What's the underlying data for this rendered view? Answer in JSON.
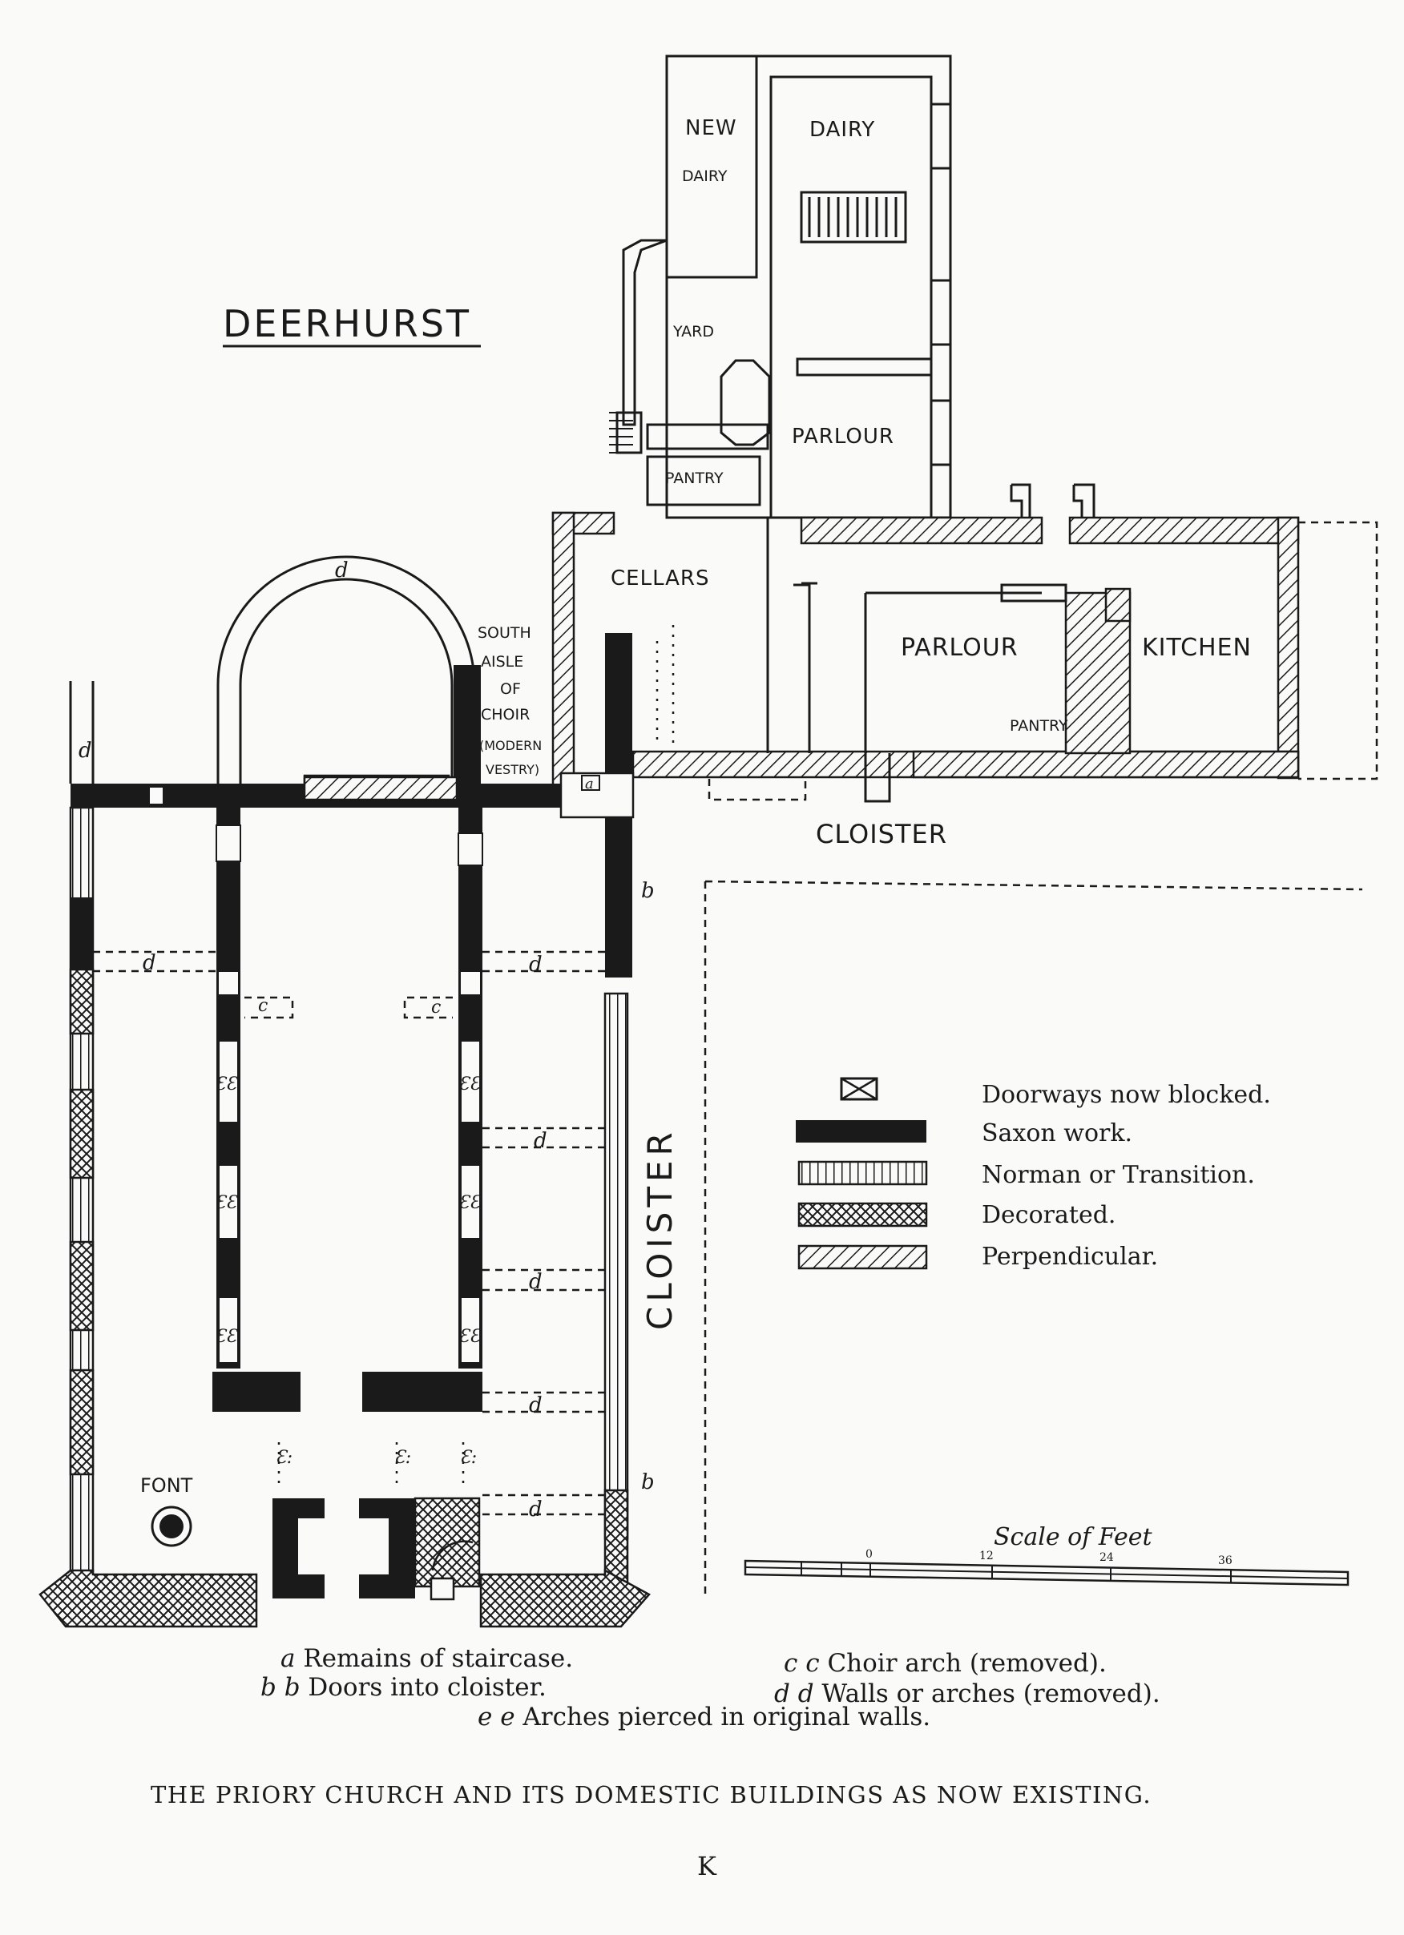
{
  "title": "DEERHURST",
  "rooms": {
    "new_dairy_line1": "NEW",
    "new_dairy_line2": "DAIRY",
    "dairy": "DAIRY",
    "yard": "YARD",
    "parlour_upper": "PARLOUR",
    "pantry_upper": "PANTRY",
    "cellars": "CELLARS",
    "south_aisle": [
      "SOUTH",
      "AISLE",
      "OF",
      "CHOIR",
      "(MODERN",
      "VESTRY)"
    ],
    "parlour_lower": "PARLOUR",
    "kitchen": "KITCHEN",
    "pantry_lower": "PANTRY",
    "cloister_horizontal": "CLOISTER",
    "cloister_vertical": "CLOISTER",
    "font": "FONT"
  },
  "letters": {
    "a": "a",
    "b": "b",
    "c": "c",
    "d": "d",
    "e": "ƐƐ",
    "e_single": "Ɛ:"
  },
  "legend": [
    {
      "pattern": "blocked",
      "label": "Doorways now blocked."
    },
    {
      "pattern": "saxon",
      "label": "Saxon work."
    },
    {
      "pattern": "norman",
      "label": "Norman or Transition."
    },
    {
      "pattern": "decorated",
      "label": "Decorated."
    },
    {
      "pattern": "perpendicular",
      "label": "Perpendicular."
    }
  ],
  "scale": {
    "label": "Scale of Feet",
    "ticks": [
      "0",
      "12",
      "24",
      "36"
    ]
  },
  "key": [
    {
      "mark": "a",
      "text": "Remains of staircase."
    },
    {
      "mark": "b b",
      "text": "Doors into cloister."
    },
    {
      "mark": "c c",
      "text": "Choir arch (removed)."
    },
    {
      "mark": "d d",
      "text": "Walls or arches (removed)."
    },
    {
      "mark": "e e",
      "text": "Arches pierced in original walls."
    }
  ],
  "caption": "THE PRIORY CHURCH AND ITS DOMESTIC BUILDINGS AS NOW EXISTING.",
  "page_letter": "K",
  "colors": {
    "ink": "#1a1a1a",
    "paper": "#fafaf8"
  }
}
